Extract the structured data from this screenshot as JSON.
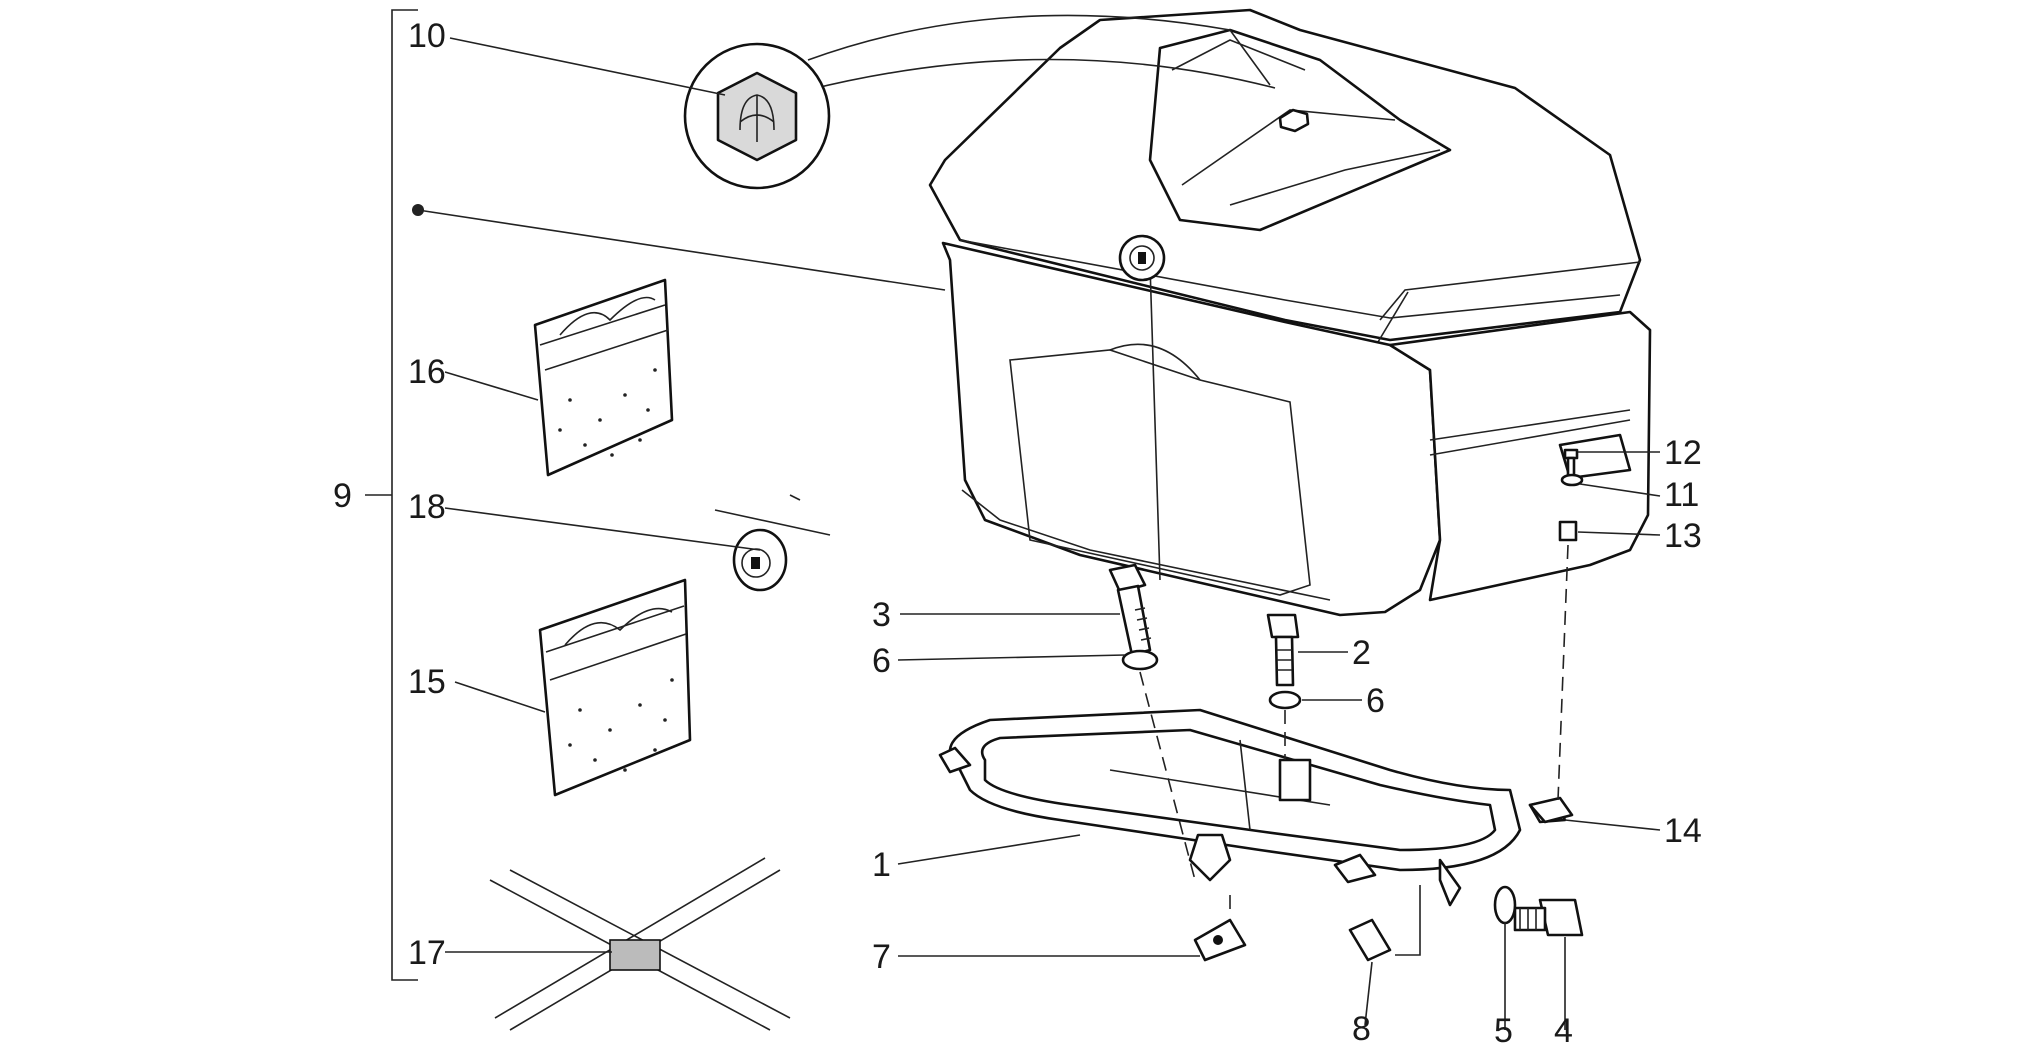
{
  "callouts": {
    "c1": "1",
    "c2": "2",
    "c3": "3",
    "c4": "4",
    "c5": "5",
    "c6a": "6",
    "c6b": "6",
    "c7": "7",
    "c8": "8",
    "c9": "9",
    "c10": "10",
    "c11": "11",
    "c12": "12",
    "c13": "13",
    "c14": "14",
    "c15": "15",
    "c16": "16",
    "c17": "17",
    "c18": "18"
  },
  "icons": {
    "badge": "brand-logo-badge",
    "bullet": "kit-bullet-dot"
  }
}
